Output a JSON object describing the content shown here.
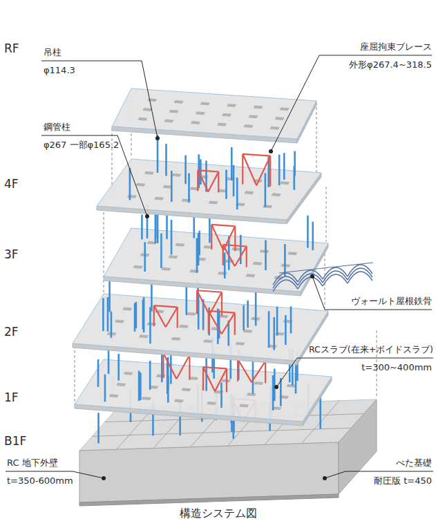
{
  "diagram": {
    "caption": "構造システム図",
    "labels": [
      "RF",
      "吊柱",
      "φ114.3",
      "座屈拘束ブレース",
      "外形φ267.4~318.5",
      "鋼管柱",
      "φ267 一部φ165.2",
      "4F",
      "3F",
      "ヴォールト屋根鉄骨",
      "2F",
      "RCスラブ(在来+ボイドスラブ)",
      "t=300~400mm",
      "1F",
      "B1F",
      "RC 地下外壁",
      "t=350-600mm",
      "べた基礎",
      "耐圧版 t=450"
    ]
  }
}
